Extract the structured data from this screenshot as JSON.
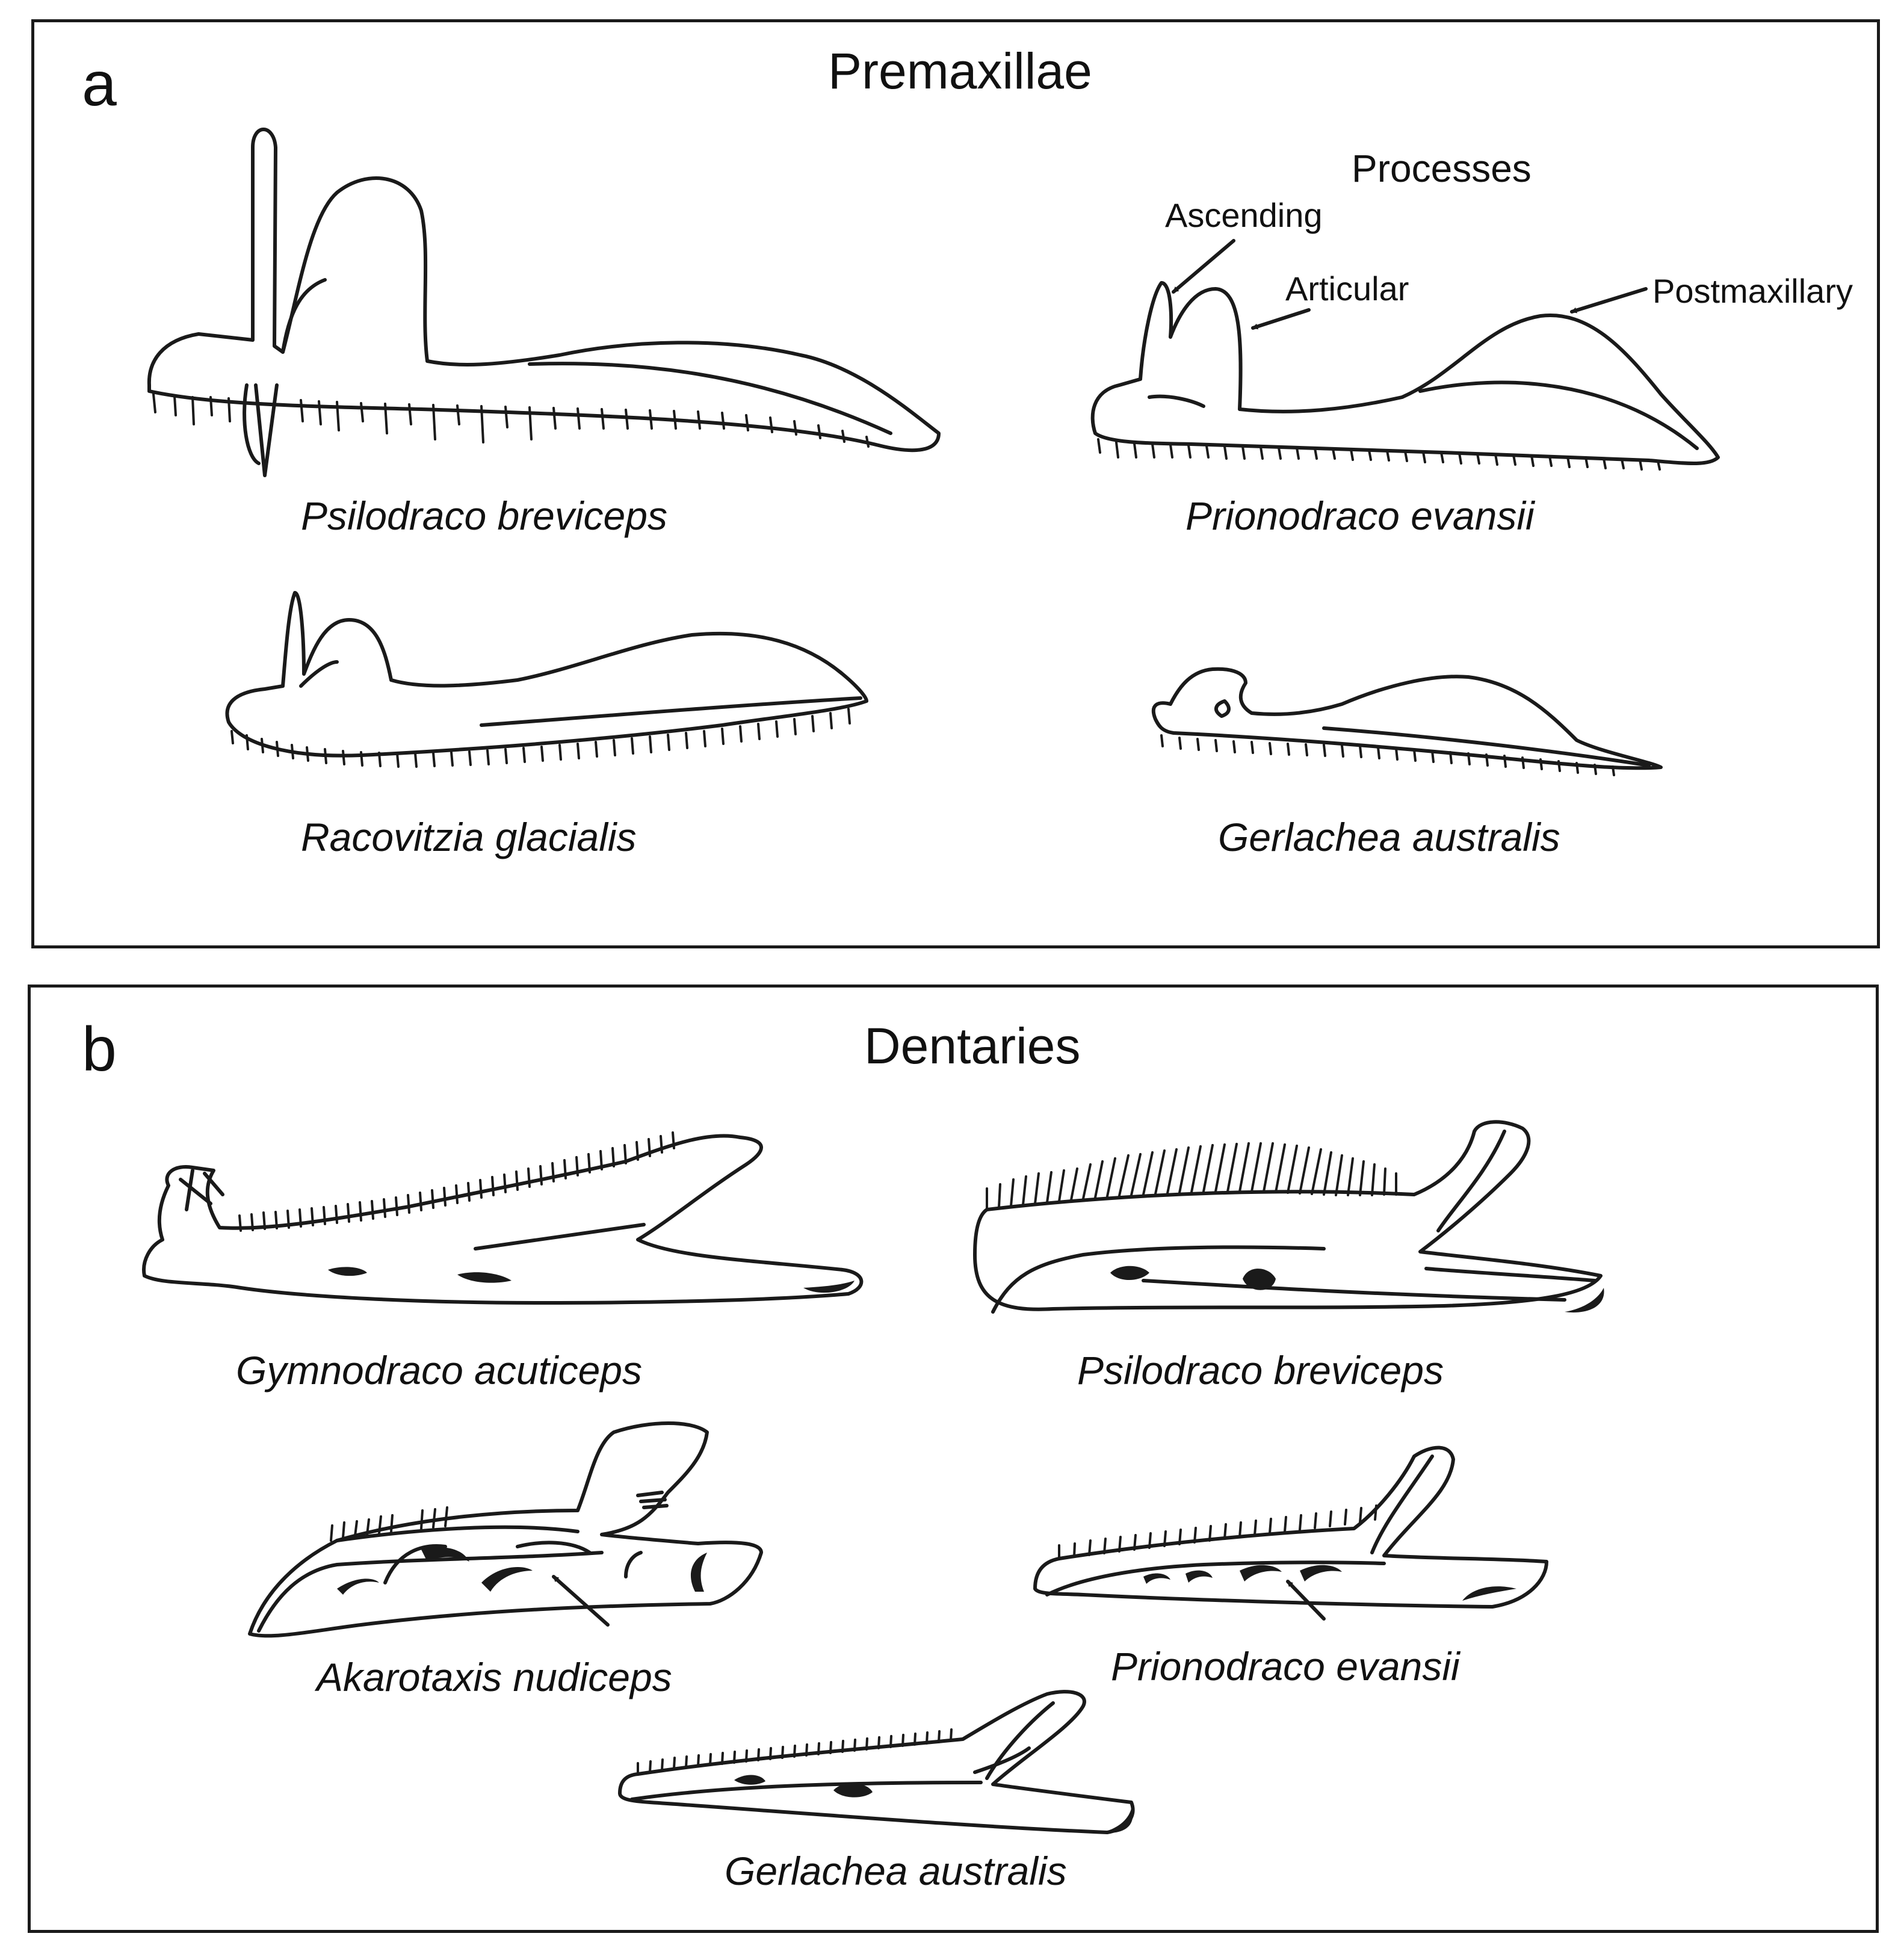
{
  "panels": {
    "a": {
      "letter": "a",
      "title": "Premaxillae",
      "processes": {
        "heading": "Processes",
        "ascending": "Ascending",
        "articular": "Articular",
        "postmaxillary": "Postmaxillary"
      },
      "species": [
        "Psilodraco breviceps",
        "Prionodraco evansii",
        "Racovitzia glacialis",
        "Gerlachea australis"
      ]
    },
    "b": {
      "letter": "b",
      "title": "Dentaries",
      "species": [
        "Gymnodraco acuticeps",
        "Psilodraco breviceps",
        "Akarotaxis nudiceps",
        "Prionodraco evansii",
        "Gerlachea australis"
      ]
    }
  },
  "colors": {
    "line": "#1a1a1a",
    "background": "#ffffff"
  }
}
